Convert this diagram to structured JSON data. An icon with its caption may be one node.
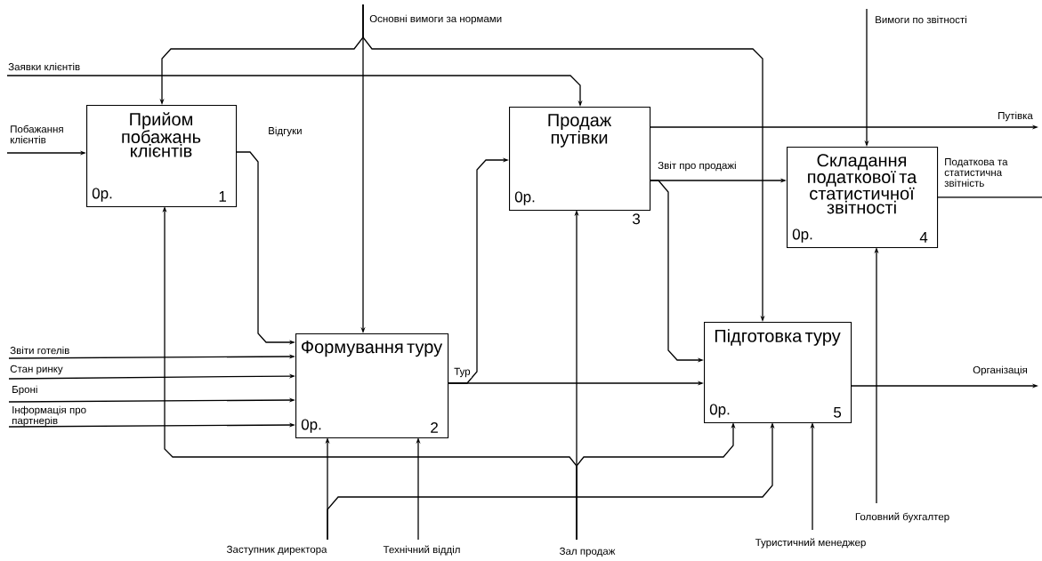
{
  "diagram": {
    "nodes": [
      {
        "text": [
          "Основні вимоги за нормами"
        ]
      },
      {
        "text": [
          "Вимоги по звітності"
        ]
      },
      {
        "text": [
          "Заявки клієнтів"
        ]
      },
      {
        "text": [
          "Побажання клієнтів"
        ]
      },
      {
        "text": [
          "Прийом побажань клієнтів",
          "0р.",
          "1"
        ]
      },
      {
        "text": [
          "Продаж путівки",
          "0р."
        ],
        "beside": [
          "3"
        ]
      },
      {
        "text": [
          "Путівка"
        ]
      },
      {
        "text": [
          "Складання податкової та статистичної звітності",
          "0р.",
          "4"
        ]
      },
      {
        "text": [
          "Податкова та статистична звітність"
        ]
      },
      {
        "text": [
          "Звіти готелів"
        ]
      },
      {
        "text": [
          "Стан ринку"
        ]
      },
      {
        "text": [
          "Броні"
        ]
      },
      {
        "text": [
          "Інформація про партнерів"
        ]
      },
      {
        "text": [
          "Формування туру",
          "0р.",
          "2"
        ]
      },
      {
        "text": [
          "Підготовка туру",
          "0р.",
          "5"
        ]
      },
      {
        "text": [
          "Організація"
        ]
      },
      {
        "text": [
          "Головний бухгалтер"
        ]
      },
      {
        "text": [
          "Заступник директора"
        ]
      },
      {
        "text": [
          "Технічний відділ"
        ]
      },
      {
        "text": [
          "Зал продаж"
        ]
      },
      {
        "text": [
          "Туристичний менеджер"
        ]
      }
    ],
    "edges": [
      {
        "from": 0,
        "to": 4,
        "arrow": "to"
      },
      {
        "from": 0,
        "to": 13,
        "arrow": "to"
      },
      {
        "from": 0,
        "to": 14,
        "arrow": "to"
      },
      {
        "from": 1,
        "to": 7,
        "arrow": "to"
      },
      {
        "from": 2,
        "to": 5,
        "arrow": "to"
      },
      {
        "from": 3,
        "to": 4,
        "arrow": "to"
      },
      {
        "from": 4,
        "to": 13,
        "arrow": "to",
        "label": "Відгуки"
      },
      {
        "from": 5,
        "to": 6,
        "arrow": "to"
      },
      {
        "from": 5,
        "to": 7,
        "arrow": "to",
        "label": "Звіт про продажі"
      },
      {
        "from": 5,
        "to": 14,
        "arrow": "to"
      },
      {
        "from": 7,
        "to": 8,
        "arrow": "none"
      },
      {
        "from": 9,
        "to": 13,
        "arrow": "to"
      },
      {
        "from": 10,
        "to": 13,
        "arrow": "to"
      },
      {
        "from": 11,
        "to": 13,
        "arrow": "to"
      },
      {
        "from": 12,
        "to": 13,
        "arrow": "to"
      },
      {
        "from": 13,
        "to": 5,
        "arrow": "to",
        "label": "Тур"
      },
      {
        "from": 13,
        "to": 14,
        "arrow": "to"
      },
      {
        "from": 14,
        "to": 15,
        "arrow": "to"
      },
      {
        "from": 16,
        "to": 7,
        "arrow": "to"
      },
      {
        "from": 17,
        "to": 13,
        "arrow": "to"
      },
      {
        "from": 17,
        "to": 14,
        "arrow": "to"
      },
      {
        "from": 18,
        "to": 13,
        "arrow": "to"
      },
      {
        "from": 19,
        "to": 5,
        "arrow": "to"
      },
      {
        "from": 19,
        "to": 4,
        "arrow": "to"
      },
      {
        "from": 19,
        "to": 14,
        "arrow": "to"
      },
      {
        "from": 20,
        "to": 14,
        "arrow": "to"
      }
    ]
  }
}
